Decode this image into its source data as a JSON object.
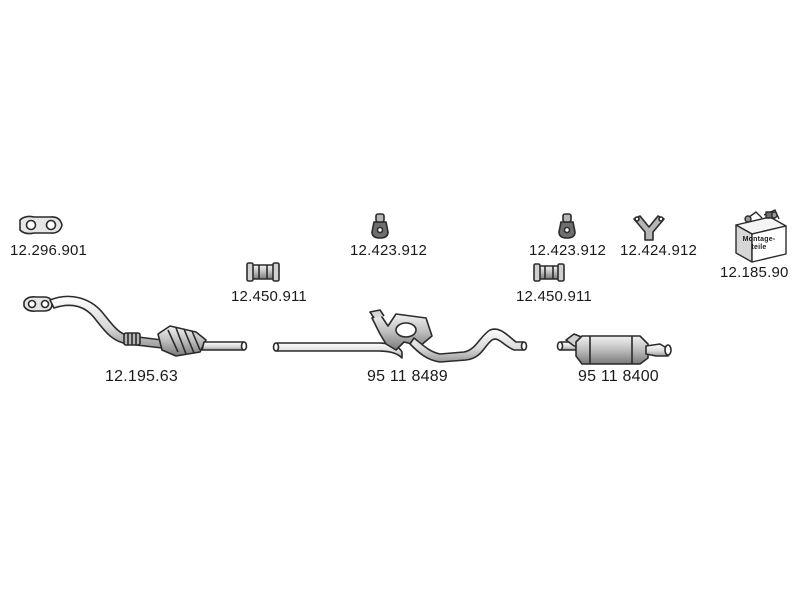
{
  "parts": {
    "gasket": "12.296.901",
    "clamp_left": "12.450.911",
    "hanger_mid": "12.423.912",
    "hanger_right": "12.423.912",
    "clamp_right": "12.450.911",
    "hanger_y": "12.424.912",
    "mounting_kit": "12.185.90",
    "mounting_kit_box_text": "Montage-teile",
    "front_pipe_cat": "12.195.63",
    "middle_pipe": "95 11 8489",
    "rear_silencer": "95 11 8400"
  },
  "colors": {
    "stroke": "#2b2b2b",
    "fill_light": "#e6e6e6",
    "fill_mid": "#b5b5b5",
    "fill_dark": "#6e6e6e"
  }
}
